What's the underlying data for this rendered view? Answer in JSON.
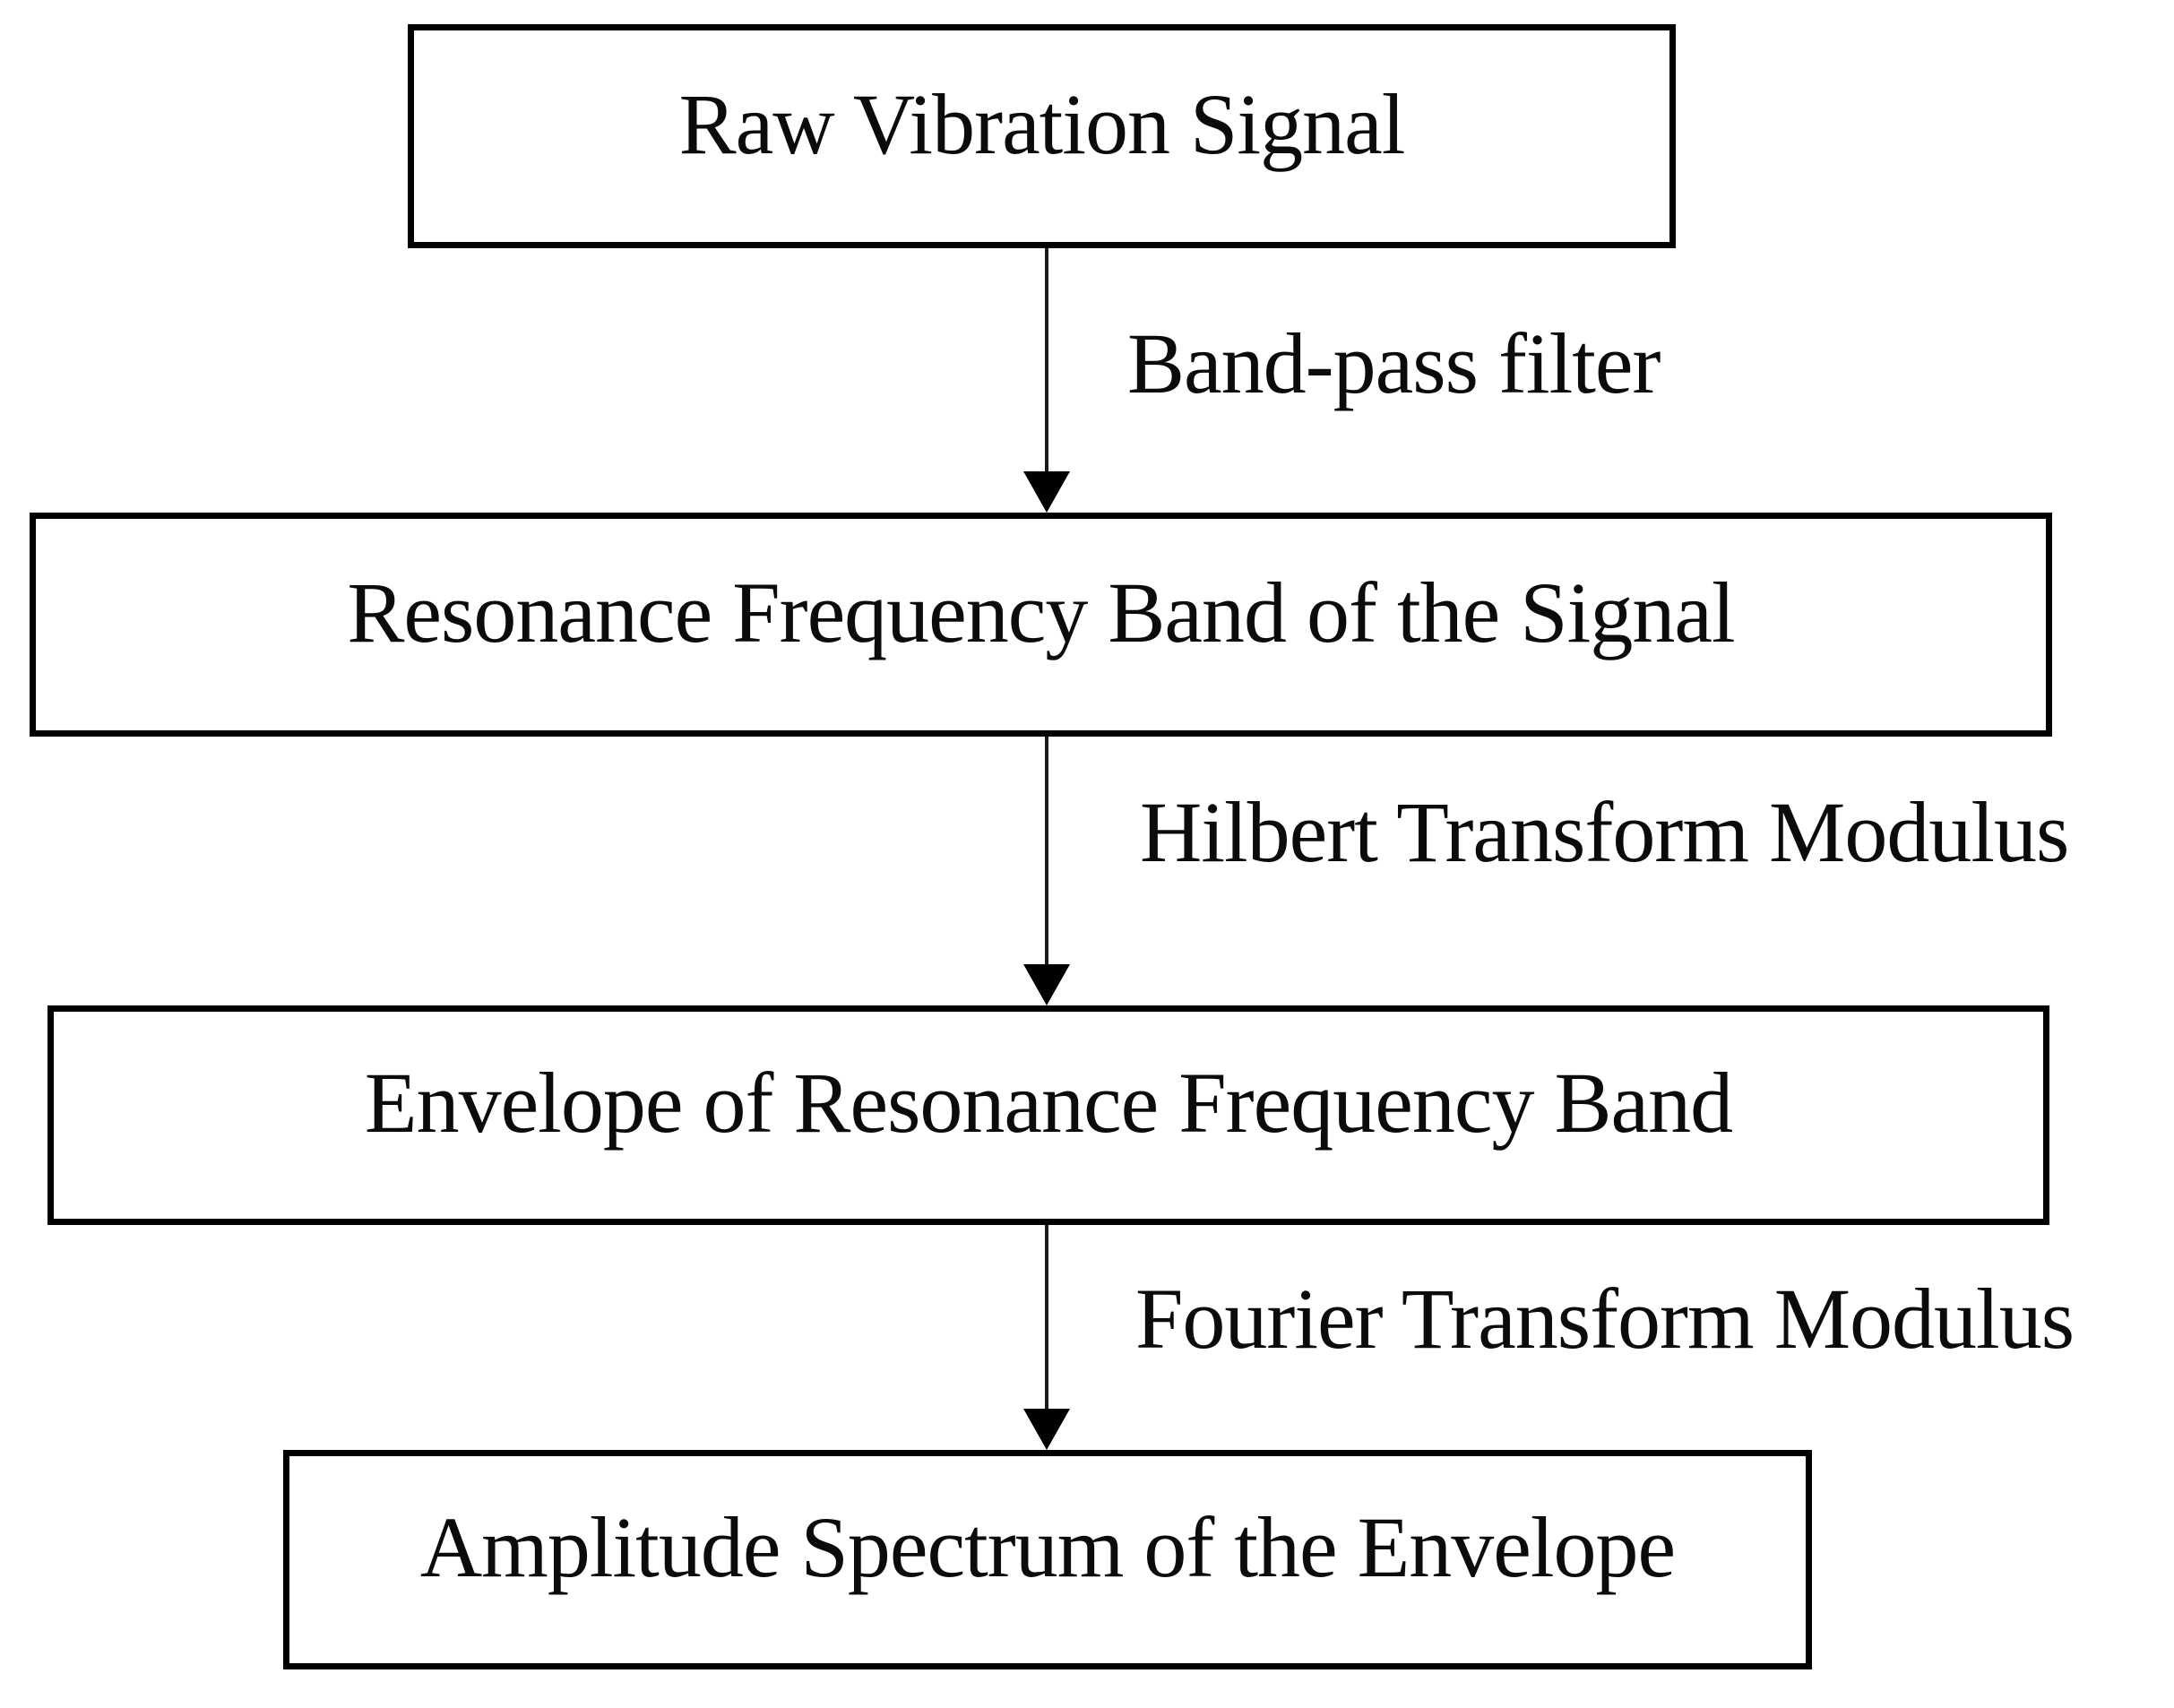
{
  "diagram": {
    "type": "flowchart",
    "direction": "top-down",
    "colors": {
      "box_border": "#000000",
      "text": "#0b0b0b",
      "background": "#ffffff",
      "arrow": "#1a1a1a"
    },
    "nodes": [
      {
        "id": "raw-signal",
        "label": "Raw Vibration Signal"
      },
      {
        "id": "resonance-band",
        "label": "Resonance Frequency Band of the Signal"
      },
      {
        "id": "envelope",
        "label": "Envelope of Resonance Frequency Band"
      },
      {
        "id": "amplitude-spectrum",
        "label": "Amplitude Spectrum of the Envelope"
      }
    ],
    "edges": [
      {
        "from": "raw-signal",
        "to": "resonance-band",
        "label": "Band-pass filter"
      },
      {
        "from": "resonance-band",
        "to": "envelope",
        "label": "Hilbert Transform Modulus"
      },
      {
        "from": "envelope",
        "to": "amplitude-spectrum",
        "label": "Fourier Transform Modulus"
      }
    ]
  }
}
